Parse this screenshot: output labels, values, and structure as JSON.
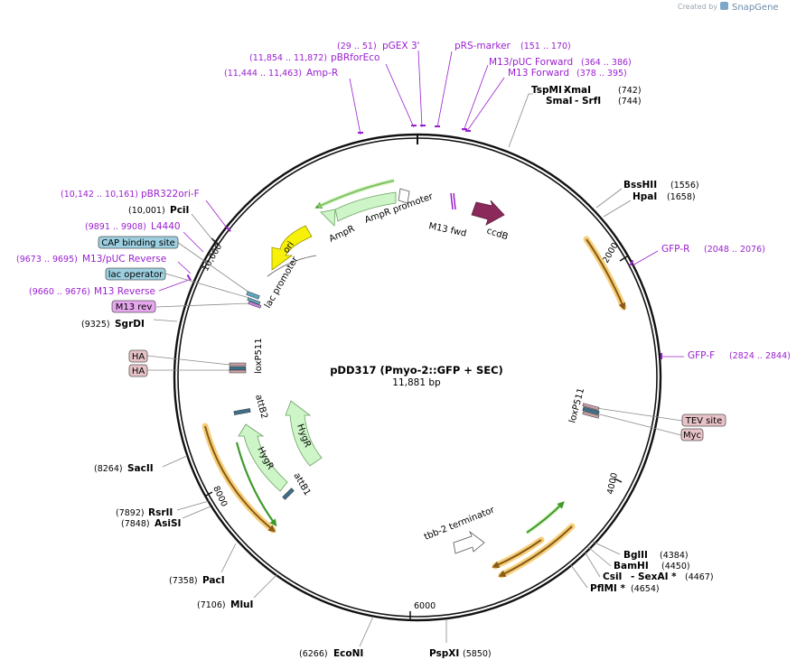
{
  "credit": {
    "prefix": "Created by",
    "brand": "SnapGene"
  },
  "plasmid": {
    "name": "pDD317 (Pmyo-2::GFP + SEC)",
    "length": "11,881 bp"
  },
  "ticks": [
    "2000",
    "4000",
    "6000",
    "8000",
    "10,000"
  ],
  "enzymes": [
    {
      "name": "TspMI",
      "name2": "XmaI",
      "pos": "(742)"
    },
    {
      "name": "SmaI",
      "name2": "SrfI",
      "pos": "(744)"
    },
    {
      "name": "BssHII",
      "pos": "(1556)"
    },
    {
      "name": "HpaI",
      "pos": "(1658)"
    },
    {
      "name": "BglII",
      "pos": "(4384)"
    },
    {
      "name": "BamHI",
      "pos": "(4450)"
    },
    {
      "name": "CsiI",
      "name2": "SexAI *",
      "pos": "(4467)"
    },
    {
      "name": "PflMI *",
      "pos": "(4654)"
    },
    {
      "name": "PspXI",
      "pos": "(5850)"
    },
    {
      "name": "EcoNI",
      "pos": "(6266)"
    },
    {
      "name": "MluI",
      "pos": "(7106)"
    },
    {
      "name": "PacI",
      "pos": "(7358)"
    },
    {
      "name": "AsiSI",
      "pos": "(7848)"
    },
    {
      "name": "RsrII",
      "pos": "(7892)"
    },
    {
      "name": "SacII",
      "pos": "(8264)"
    },
    {
      "name": "SgrDI",
      "pos": "(9325)"
    },
    {
      "name": "PciI",
      "pos": "(10,001)"
    }
  ],
  "primers": [
    {
      "name": "pGEX 3'",
      "pos": "(29 .. 51)"
    },
    {
      "name": "pRS-marker",
      "pos": "(151 .. 170)"
    },
    {
      "name": "pBRforEco",
      "pos": "(11,854 .. 11,872)"
    },
    {
      "name": "M13/pUC Forward",
      "pos": "(364 .. 386)"
    },
    {
      "name": "Amp-R",
      "pos": "(11,444 .. 11,463)"
    },
    {
      "name": "M13 Forward",
      "pos": "(378 .. 395)"
    },
    {
      "name": "GFP-R",
      "pos": "(2048 .. 2076)"
    },
    {
      "name": "GFP-F",
      "pos": "(2824 .. 2844)"
    },
    {
      "name": "pBR322ori-F",
      "pos": "(10,142 .. 10,161)"
    },
    {
      "name": "L4440",
      "pos": "(9891 .. 9908)"
    },
    {
      "name": "M13/pUC Reverse",
      "pos": "(9673 .. 9695)"
    },
    {
      "name": "M13 Reverse",
      "pos": "(9660 .. 9676)"
    }
  ],
  "boxed_features": [
    {
      "name": "CAP binding site",
      "color": "#9ccfe0"
    },
    {
      "name": "lac operator",
      "color": "#9ccfe0"
    },
    {
      "name": "M13 rev",
      "color": "#e7a7ee"
    },
    {
      "name": "HA",
      "color": "#e7c2c6"
    },
    {
      "name": "HA",
      "color": "#e7c2c6"
    },
    {
      "name": "TEV site",
      "color": "#e7c2c6"
    },
    {
      "name": "Myc",
      "color": "#e7c2c6"
    }
  ],
  "inner_labels": {
    "ampr_promoter": "AmpR promoter",
    "ampr": "AmpR",
    "m13fwd": "M13 fwd",
    "ccdb": "ccdB",
    "ori": "ori",
    "lac_promoter": "lac promoter",
    "loxp511_left": "loxP511",
    "loxp511_right": "loxP511",
    "attb2": "attB2",
    "hygr_outer": "HygR",
    "hygr_inner": "HygR",
    "attb1": "attB1",
    "tbb2": "tbb-2 terminator"
  },
  "colors": {
    "backbone": "#111111",
    "primer": "#9a1fcf",
    "resistance": "#cdf5c8",
    "resistance_stroke": "#6aa15f",
    "ori": "#f7f10a",
    "ccdb": "#8b2a5a",
    "orf_gold": "#f5cf7a",
    "orf_brown": "#8a5a16",
    "orf_green": "#3f9a2a"
  }
}
